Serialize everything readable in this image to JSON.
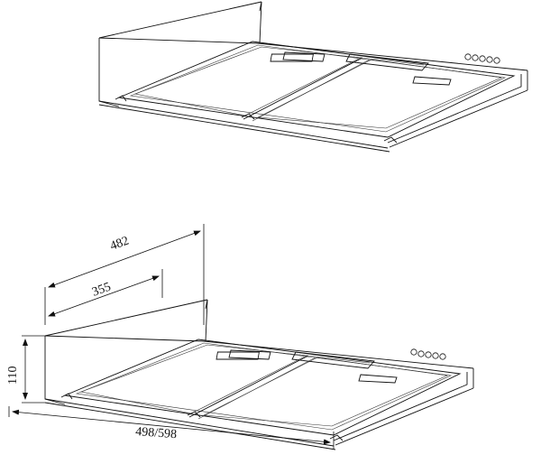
{
  "drawing": {
    "dimensions": {
      "depth_total": "482",
      "depth_filter": "355",
      "height": "110",
      "width": "498/598"
    },
    "control_knobs": 5
  }
}
